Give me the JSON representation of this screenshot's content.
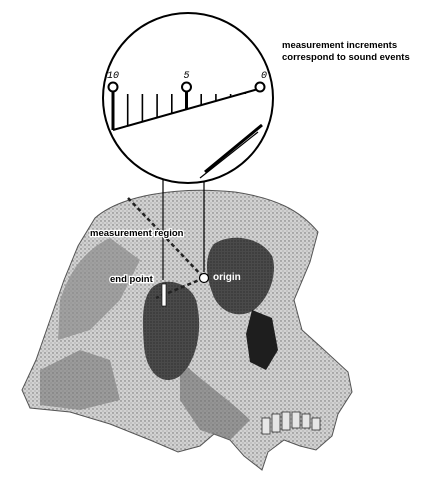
{
  "annotation": {
    "line1": "measurement increments",
    "line2": "correspond to sound events"
  },
  "scale": {
    "ticks": [
      {
        "label": "10",
        "kind": "major"
      },
      {
        "label": "",
        "kind": "minor"
      },
      {
        "label": "",
        "kind": "minor"
      },
      {
        "label": "",
        "kind": "minor"
      },
      {
        "label": "",
        "kind": "minor"
      },
      {
        "label": "5",
        "kind": "major"
      },
      {
        "label": "",
        "kind": "minor"
      },
      {
        "label": "",
        "kind": "minor"
      },
      {
        "label": "",
        "kind": "minor"
      },
      {
        "label": "",
        "kind": "minor"
      },
      {
        "label": "0",
        "kind": "major"
      }
    ]
  },
  "labels": {
    "measurement_region": "measurement region",
    "end_point": "end point",
    "origin": "origin"
  },
  "colors": {
    "ink": "#000000",
    "paper": "#ffffff",
    "bone_light": "#c9c9c9",
    "bone_mid": "#8f8f8f",
    "bone_dark": "#3a3a3a",
    "label_light": "#ffffff"
  }
}
